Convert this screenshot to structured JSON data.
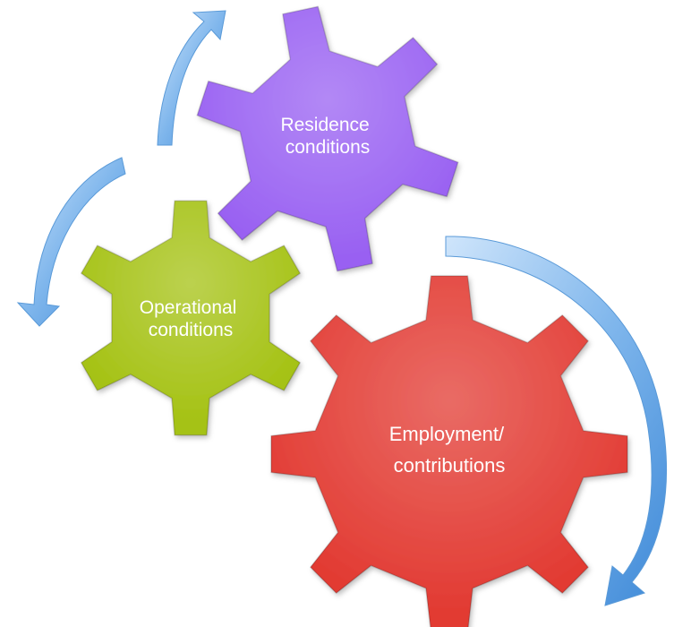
{
  "gears": [
    {
      "name": "residence",
      "lines": [
        "Residence",
        "conditions"
      ],
      "fill": "#9961f2"
    },
    {
      "name": "operational",
      "lines": [
        "Operational",
        "conditions"
      ],
      "fill": "#a5c214"
    },
    {
      "name": "employment",
      "lines": [
        "Employment/",
        "contributions"
      ],
      "fill": "#e23a32"
    }
  ],
  "arrows": {
    "color": "#6aa9e6"
  }
}
